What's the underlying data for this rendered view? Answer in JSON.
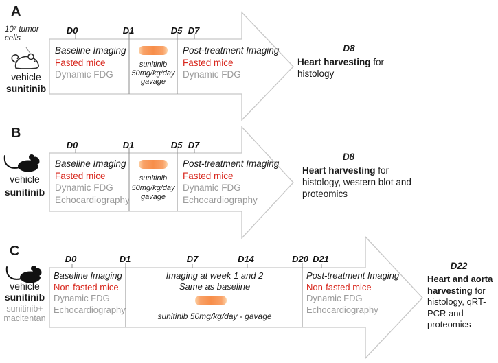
{
  "colors": {
    "red": "#d8291f",
    "gray": "#9b9b9b",
    "outline": "#c7c7c7",
    "divider": "#8c8c8c",
    "pill_core": "#f78e4a",
    "pill_mid": "#f9a268",
    "pill_light": "#fdd3a8"
  },
  "panel_a": {
    "label": "A",
    "tumor_note_line1": "10⁷ tumor",
    "tumor_note_line2": "cells",
    "group1": "vehicle",
    "group2": "sunitinib",
    "days": [
      "D0",
      "D1",
      "D5",
      "D7"
    ],
    "phase1": [
      "Baseline Imaging",
      "Fasted mice",
      "Dynamic FDG"
    ],
    "treatment": [
      "sunitinib",
      "50mg/kg/day",
      "gavage"
    ],
    "phase2": [
      "Post-treatment Imaging",
      "Fasted mice",
      "Dynamic FDG"
    ],
    "endpoint_day": "D8",
    "endpoint_bold": "Heart harvesting",
    "endpoint_suffix": " for",
    "endpoint_detail": "histology"
  },
  "panel_b": {
    "label": "B",
    "group1": "vehicle",
    "group2": "sunitinib",
    "days": [
      "D0",
      "D1",
      "D5",
      "D7"
    ],
    "phase1": [
      "Baseline Imaging",
      "Fasted mice",
      "Dynamic FDG",
      "Echocardiography"
    ],
    "treatment": [
      "sunitinib",
      "50mg/kg/day",
      "gavage"
    ],
    "phase2": [
      "Post-treatment Imaging",
      "Fasted mice",
      "Dynamic FDG",
      "Echocardiography"
    ],
    "endpoint_day": "D8",
    "endpoint_bold": "Heart harvesting",
    "endpoint_suffix": " for",
    "endpoint_detail": "histology, western blot and proteomics"
  },
  "panel_c": {
    "label": "C",
    "group1": "vehicle",
    "group2": "sunitinib",
    "group3": "sunitinib+",
    "group4": "macitentan",
    "days": [
      "D0",
      "D1",
      "D7",
      "D14",
      "D20",
      "D21"
    ],
    "phase1": [
      "Baseline Imaging",
      "Non-fasted mice",
      "Dynamic FDG",
      "Echocardiography"
    ],
    "mid_line1": "Imaging at week 1 and 2",
    "mid_line2": "Same as baseline",
    "mid_treatment": "sunitinib 50mg/kg/day - gavage",
    "phase2": [
      "Post-treatment Imaging",
      "Non-fasted mice",
      "Dynamic FDG",
      "Echocardiography"
    ],
    "endpoint_day": "D22",
    "endpoint_bold": "Heart and aorta harvesting",
    "endpoint_suffix": " for",
    "endpoint_detail": "histology, qRT-PCR and proteomics"
  }
}
